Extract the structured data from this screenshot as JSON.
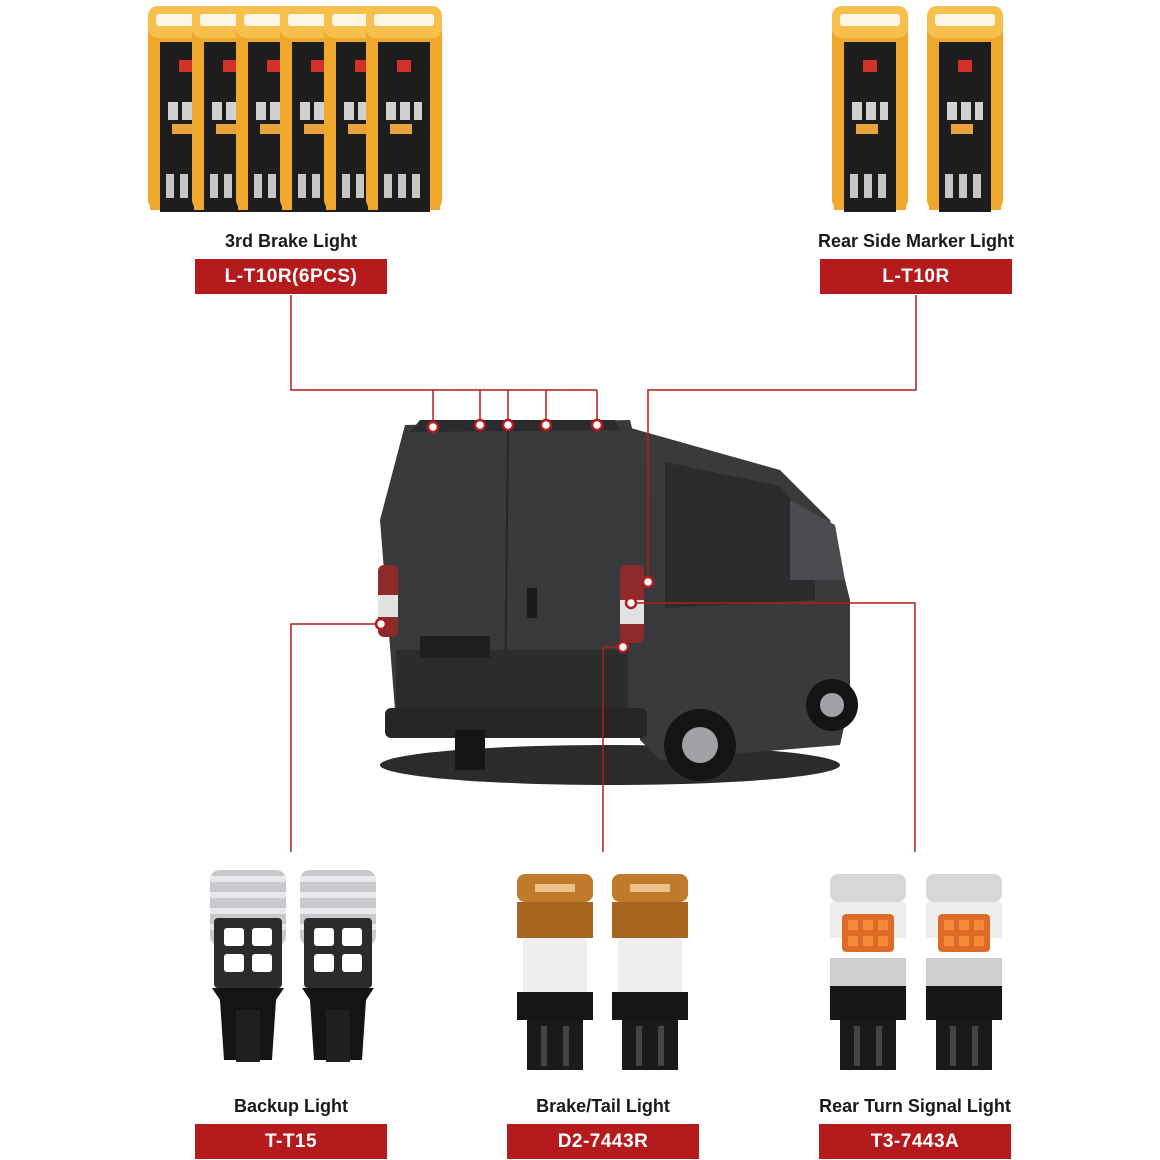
{
  "colors": {
    "accent": "#b51a1d",
    "line": "#b51a1d",
    "pcb_gold": "#f0a82c",
    "pcb_dark": "#1c1c1c",
    "van_body": "#3a3a3c",
    "copper": "#c07a2c"
  },
  "products": [
    {
      "position": "3rd Brake Light",
      "model": "L-T10R(6PCS)"
    },
    {
      "position": "Rear Side Marker Light",
      "model": "L-T10R"
    },
    {
      "position": "Backup Light",
      "model": "T-T15"
    },
    {
      "position": "Brake/Tail Light",
      "model": "D2-7443R"
    },
    {
      "position": "Rear Turn Signal Light",
      "model": "T3-7443A"
    }
  ],
  "icons": {
    "t10_bulb": "pcb-wedge-bulb-icon",
    "t15_bulb": "silver-wedge-bulb-icon",
    "7443_bulb": "socket-bulb-icon",
    "vehicle": "cargo-van-illustration"
  }
}
